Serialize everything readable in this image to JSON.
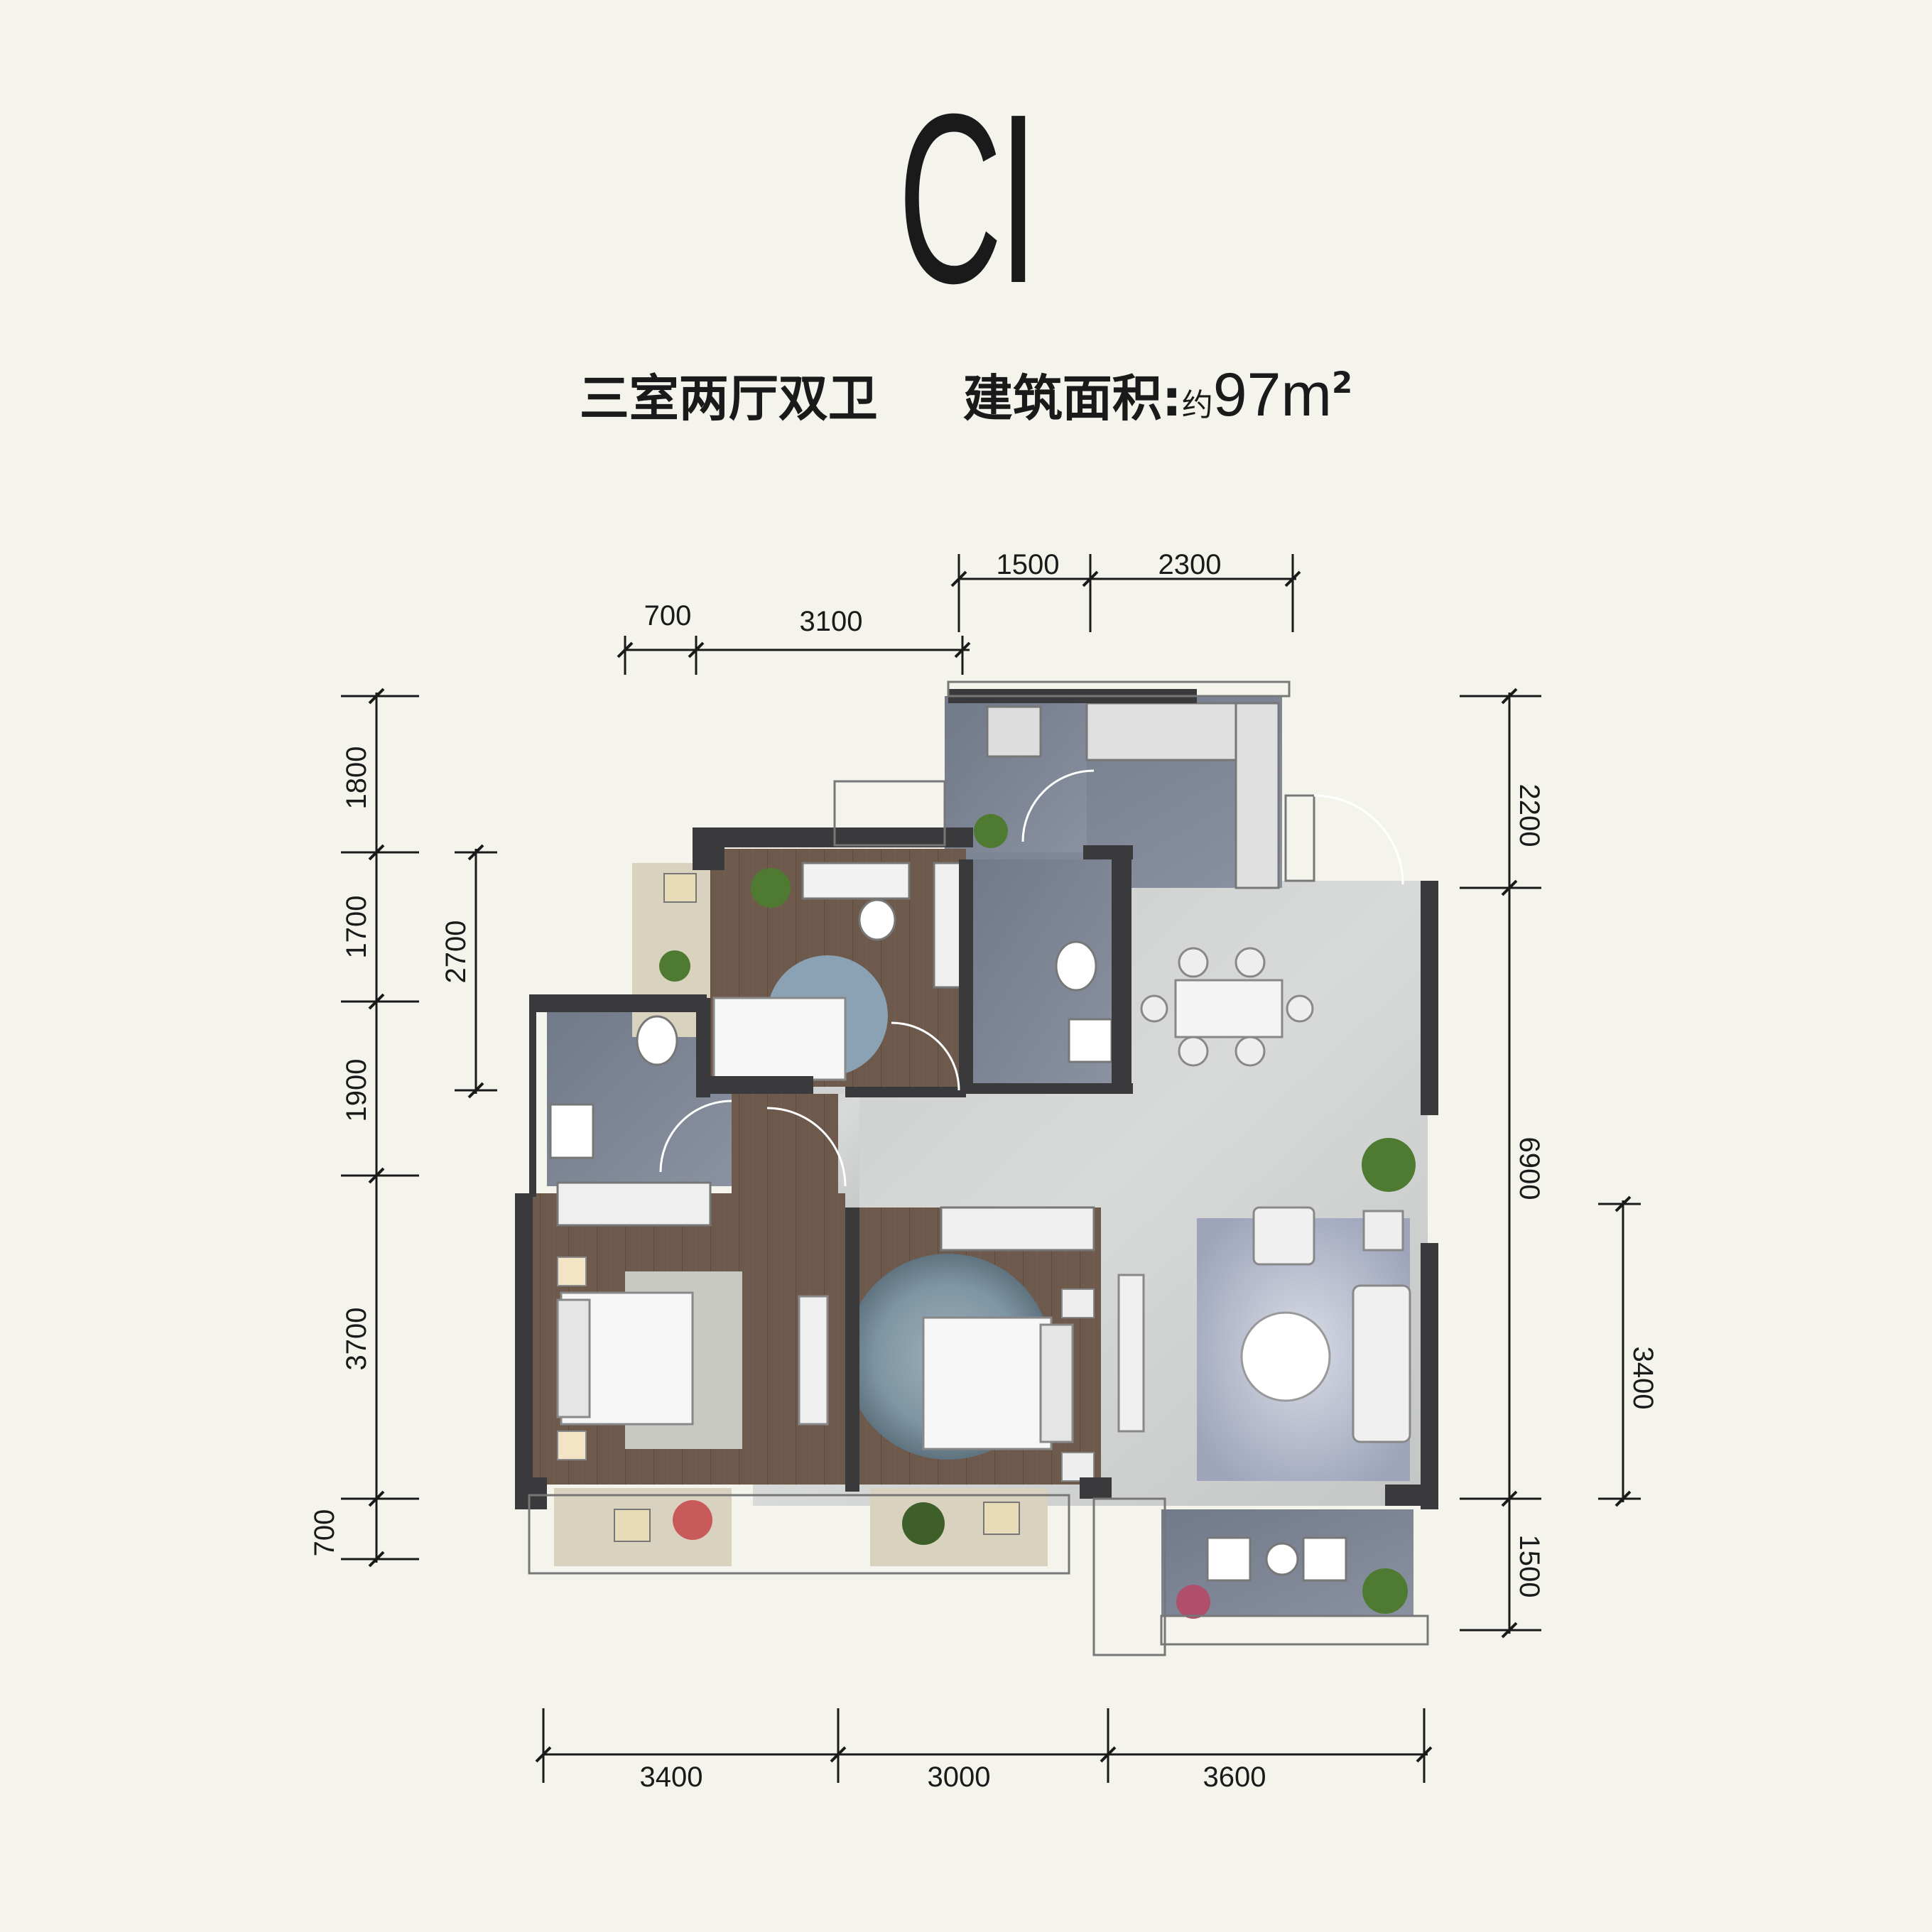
{
  "title": "CI",
  "subtitle": {
    "layout": "三室两厅双卫",
    "area_label": "建筑面积:",
    "area_prefix": "约",
    "area_value": "97m",
    "area_sup": "2"
  },
  "dimensions": {
    "top_upper": [
      "1500",
      "2300"
    ],
    "top_lower": [
      "700",
      "3100"
    ],
    "left_outer": [
      "1800",
      "1700",
      "1900",
      "3700",
      "700"
    ],
    "left_inner": [
      "2700"
    ],
    "right_outer": [
      "2200",
      "6900",
      "1500"
    ],
    "right_inner": [
      "3400"
    ],
    "bottom": [
      "3400",
      "3000",
      "3600"
    ]
  },
  "colors": {
    "background": "#f5f4ec",
    "wall": "#3a3a3c",
    "wood_floor": "#6e5a4c",
    "stone_floor": "#cfd1d0",
    "tile_floor": "#7c8493",
    "balcony_floor": "#d9d2bf"
  }
}
